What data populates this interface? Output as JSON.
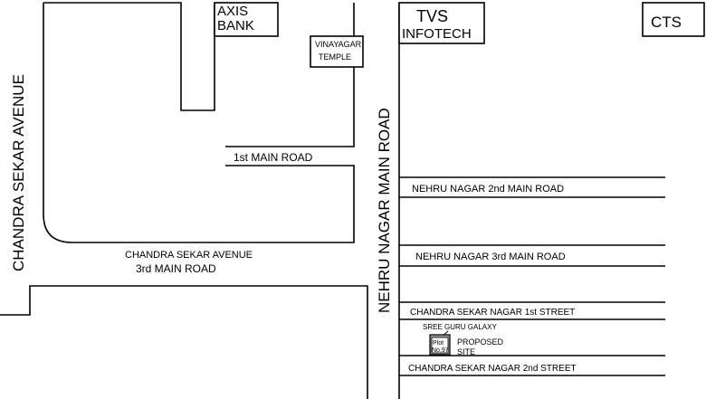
{
  "landmarks": {
    "axis_bank_line1": "AXIS",
    "axis_bank_line2": "BANK",
    "temple_line1": "VINAYAGAR",
    "temple_line2": "TEMPLE",
    "tvs_line1": "TVS",
    "tvs_line2": "INFOTECH",
    "cts": "CTS",
    "galaxy": "SREE GURU GALAXY",
    "plot_line1": "Plot",
    "plot_line2": "No.97",
    "site_line1": "PROPOSED",
    "site_line2": "SITE"
  },
  "roads": {
    "chandra_sekar_avenue": "CHANDRA SEKAR AVENUE",
    "first_main": "1st MAIN ROAD",
    "nehru_nagar_main": "NEHRU NAGAR MAIN ROAD",
    "nehru_2nd": "NEHRU NAGAR 2nd MAIN ROAD",
    "nehru_3rd": "NEHRU NAGAR 3rd MAIN ROAD",
    "avenue_3rd_line1": "CHANDRA SEKAR AVENUE",
    "avenue_3rd_line2": "3rd MAIN ROAD",
    "cs_nagar_1st": "CHANDRA SEKAR NAGAR 1st STREET",
    "cs_nagar_2nd": "CHANDRA SEKAR NAGAR 2nd STREET"
  },
  "colors": {
    "line": "#000000",
    "plot_fill": "#9a9a9a"
  }
}
